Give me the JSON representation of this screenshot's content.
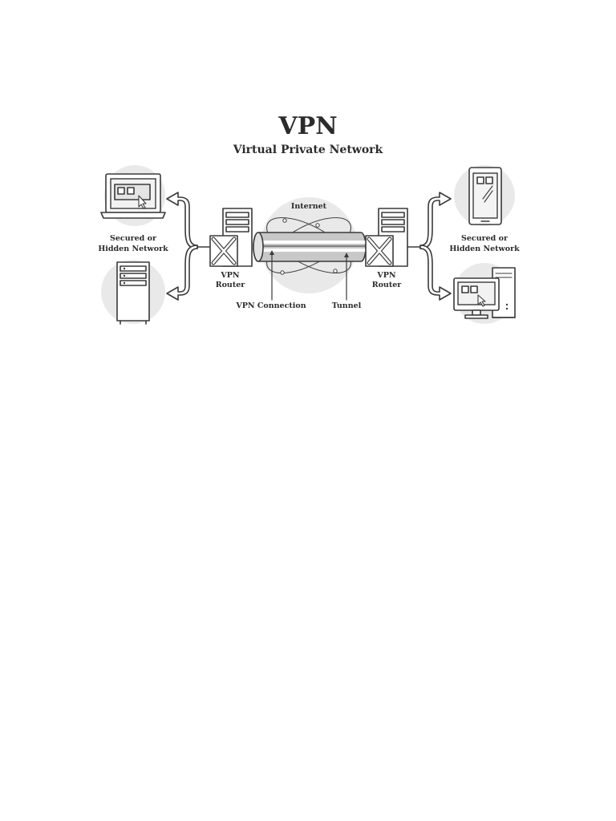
{
  "title": "VPN",
  "subtitle": "Virtual Private Network",
  "labels": {
    "left_network_line1": "Secured or",
    "left_network_line2": "Hidden Network",
    "right_network_line1": "Secured or",
    "right_network_line2": "Hidden Network",
    "left_router_line1": "VPN",
    "left_router_line2": "Router",
    "right_router_line1": "VPN",
    "right_router_line2": "Router",
    "internet": "Internet",
    "vpn_connection": "VPN Connection",
    "tunnel": "Tunnel"
  },
  "icons": {
    "left_top": "laptop-icon",
    "left_bottom": "server-tower-icon",
    "right_top": "tablet-icon",
    "right_bottom": "desktop-computer-icon",
    "left_router": "vpn-router-icon",
    "right_router": "vpn-router-icon",
    "center": "internet-orbit-icon"
  },
  "colors": {
    "line": "#3a3a3a",
    "circle_fill": "#e9e9e9",
    "tunnel_fill": "#c8c8c8"
  }
}
